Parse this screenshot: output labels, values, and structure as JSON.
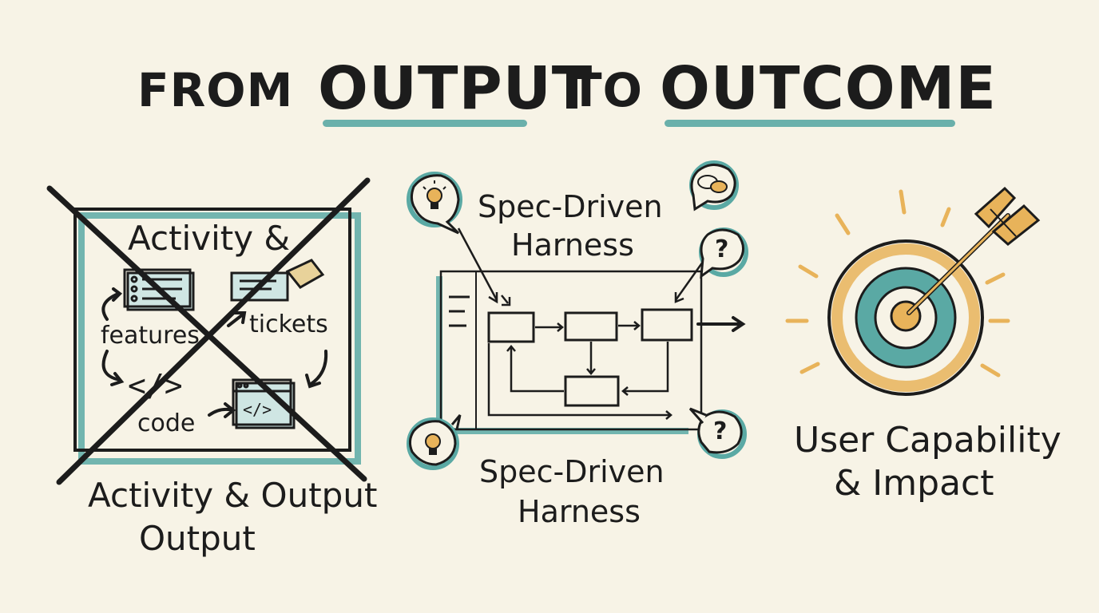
{
  "title": {
    "from": "FROM",
    "output": "OUTPUT",
    "to": "TO",
    "outcome": "OUTCOME"
  },
  "left_panel": {
    "box_title": "Activity &",
    "features": "features",
    "tickets": "tickets",
    "code": "code",
    "code_symbol": "</>",
    "caption_line1": "Activity & Output",
    "caption_line2": "Output"
  },
  "middle_panel": {
    "top_label_line1": "Spec-Driven",
    "top_label_line2": "Harness",
    "bottom_label_line1": "Spec-Driven",
    "bottom_label_line2": "Harness",
    "question_mark": "?"
  },
  "right_panel": {
    "label_line1": "User Capability",
    "label_line2": "& Impact"
  },
  "colors": {
    "teal": "#5aa9a4",
    "gold": "#e8b35a",
    "ink": "#1c1c1c",
    "paper": "#f7f3e6"
  }
}
